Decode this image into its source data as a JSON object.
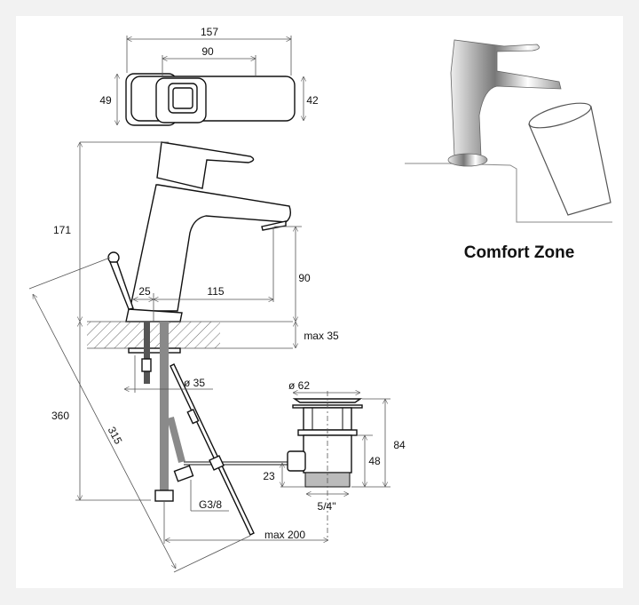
{
  "top_view": {
    "width_total": "157",
    "width_handle": "90",
    "height_left": "49",
    "height_right": "42"
  },
  "side_view": {
    "height_total": "171",
    "spout_height": "90",
    "handle_offset": "25",
    "spout_reach": "115",
    "deck_thickness": "max 35",
    "hole_diameter": "ø 35",
    "hose_length": "360",
    "rod_length": "315",
    "connector": "G3/8",
    "rod_reach": "max 200"
  },
  "waste": {
    "diameter": "ø 62",
    "height_total": "84",
    "height_body": "48",
    "rod_height": "23",
    "thread": "5/4\""
  },
  "comfort": {
    "label": "Comfort Zone"
  }
}
